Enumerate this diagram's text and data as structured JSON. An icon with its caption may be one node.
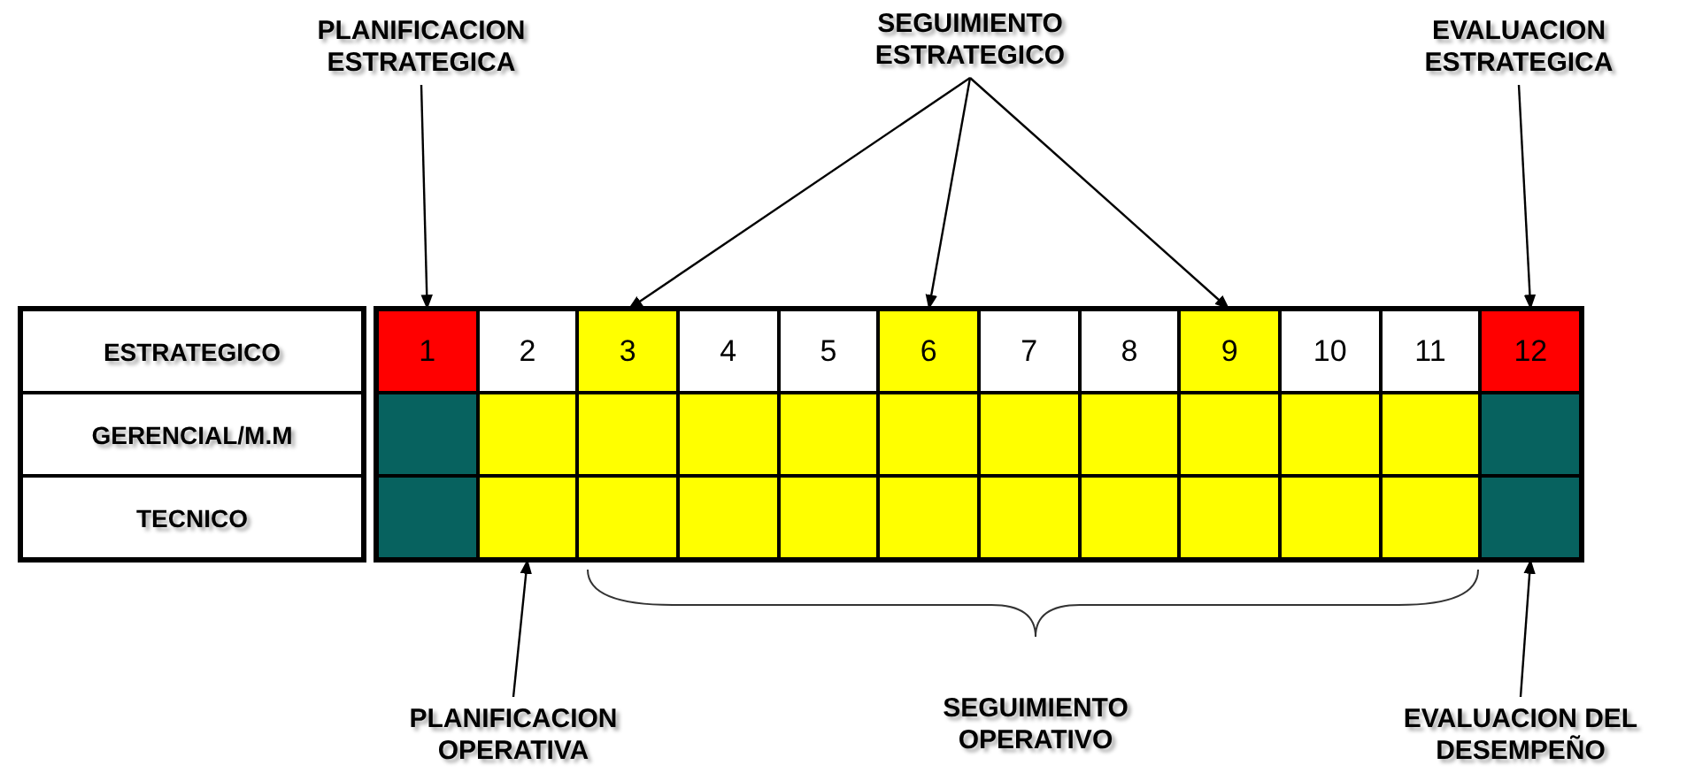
{
  "diagram": {
    "nodes": [
      {
        "text": [
          "PLANIFICACION ESTRATEGICA"
        ]
      },
      {
        "text": [
          "SEGUIMIENTO ESTRATEGICO"
        ]
      },
      {
        "text": [
          "EVALUACION ESTRATEGICA"
        ]
      },
      {
        "text": [
          "ESTRATEGICO"
        ]
      },
      {
        "text": [
          "1"
        ]
      },
      {
        "text": [
          "2"
        ]
      },
      {
        "text": [
          "3"
        ]
      },
      {
        "text": [
          "4"
        ]
      },
      {
        "text": [
          "5"
        ]
      },
      {
        "text": [
          "6"
        ]
      },
      {
        "text": [
          "7"
        ]
      },
      {
        "text": [
          "8"
        ]
      },
      {
        "text": [
          "9"
        ]
      },
      {
        "text": [
          "10"
        ]
      },
      {
        "text": [
          "11"
        ]
      },
      {
        "text": [
          "12"
        ]
      },
      {
        "text": [
          "GERENCIAL/M.M"
        ]
      },
      {
        "text": [],
        "shape": "box"
      },
      {
        "text": [],
        "shape": "box"
      },
      {
        "text": [],
        "shape": "box"
      },
      {
        "text": [],
        "shape": "box"
      },
      {
        "text": [],
        "shape": "box"
      },
      {
        "text": [],
        "shape": "box"
      },
      {
        "text": [],
        "shape": "box"
      },
      {
        "text": [],
        "shape": "box"
      },
      {
        "text": [],
        "shape": "box"
      },
      {
        "text": [],
        "shape": "box"
      },
      {
        "text": [],
        "shape": "box"
      },
      {
        "text": [],
        "shape": "box"
      },
      {
        "text": [
          "TECNICO"
        ]
      },
      {
        "text": [],
        "shape": "box"
      },
      {
        "text": [],
        "shape": "box"
      },
      {
        "text": [],
        "shape": "box"
      },
      {
        "text": [],
        "shape": "box"
      },
      {
        "text": [],
        "shape": "box"
      },
      {
        "text": [],
        "shape": "box"
      },
      {
        "text": [],
        "shape": "box"
      },
      {
        "text": [],
        "shape": "box"
      },
      {
        "text": [],
        "shape": "box"
      },
      {
        "text": [],
        "shape": "box"
      },
      {
        "text": [],
        "shape": "box"
      },
      {
        "text": [],
        "shape": "box"
      },
      {
        "text": [
          "PLANIFICACION OPERATIVA"
        ]
      },
      {
        "text": [
          "EVALUACION DEL DESEMPEÑO"
        ]
      }
    ],
    "edges": [
      {
        "from": 0,
        "to": 4,
        "arrow": "to"
      },
      {
        "from": 1,
        "to": 6,
        "arrow": "to"
      },
      {
        "from": 1,
        "to": 9,
        "arrow": "to"
      },
      {
        "from": 1,
        "to": 12,
        "arrow": "to"
      },
      {
        "from": 2,
        "to": 15,
        "arrow": "to"
      },
      {
        "from": 42,
        "to": 31,
        "arrow": "to"
      },
      {
        "from": 43,
        "to": 41,
        "arrow": "to"
      }
    ],
    "labels": [
      "SEGUIMIENTO OPERATIVO"
    ]
  }
}
